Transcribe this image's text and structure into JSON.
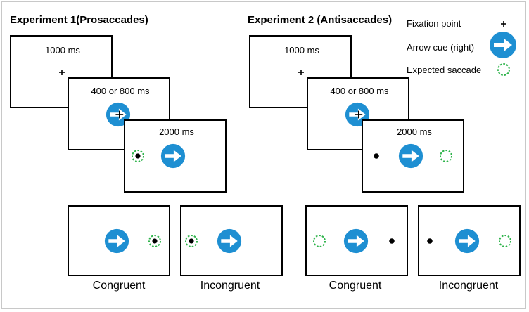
{
  "experiment1": {
    "title": "Experiment 1(Prosaccades)",
    "fixation_label": "1000 ms",
    "cue_label": "400 or 800 ms",
    "target_label": "2000 ms"
  },
  "experiment2": {
    "title": "Experiment 2 (Antisaccades)",
    "fixation_label": "1000 ms",
    "cue_label": "400 or 800 ms",
    "target_label": "2000 ms"
  },
  "legend": {
    "fixation": "Fixation point",
    "arrow": "Arrow cue (right)",
    "saccade": "Expected saccade"
  },
  "conditions": {
    "exp1_congruent": "Congruent",
    "exp1_incongruent": "Incongruent",
    "exp2_congruent": "Congruent",
    "exp2_incongruent": "Incongruent"
  },
  "colors": {
    "arrow_blue": "#1e8fd2",
    "saccade_green": "#2db34a",
    "frame_border": "#000000"
  }
}
